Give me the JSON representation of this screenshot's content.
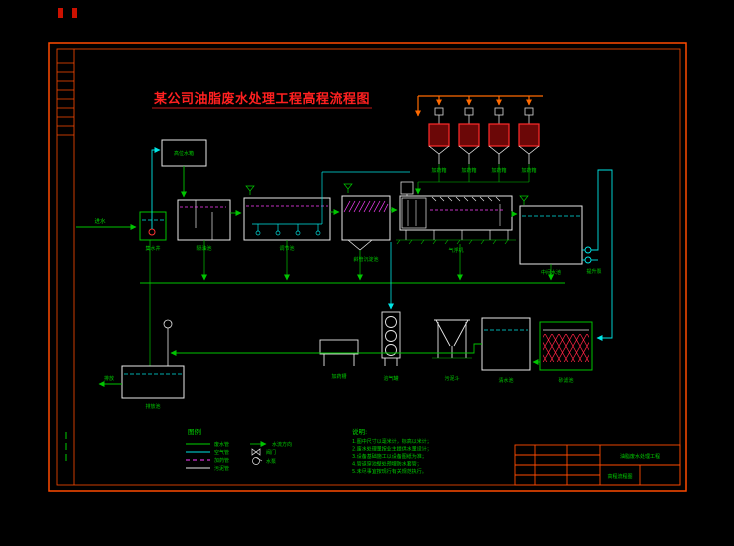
{
  "drawing": {
    "title": "某公司油脂废水处理工程高程流程图"
  },
  "influent_label": "进水",
  "outfall_label": "排放",
  "dosing_tanks": [
    {
      "label": "加药箱"
    },
    {
      "label": "加药箱"
    },
    {
      "label": "加药箱"
    },
    {
      "label": "加药箱"
    }
  ],
  "equipment": {
    "head_tank": "高位水箱",
    "sump": "集水井",
    "oil_separator": "隔油池",
    "equalization": "调节池",
    "tube_settler": "斜管沉淀池",
    "daf": "气浮机",
    "intermediate": "中间水池",
    "lift_pumps": "提升泵",
    "dissolving_tank": "溶气罐",
    "dosing_trough": "加药槽",
    "sludge_hopper": "污泥斗",
    "clear_well": "清水池",
    "sand_filter": "砂滤池",
    "outfall_tank": "排放池"
  },
  "legend": {
    "title": "图例",
    "lines": [
      {
        "label": "废水管",
        "color": "#00d400"
      },
      {
        "label": "空气管",
        "color": "#00e5e5"
      },
      {
        "label": "加药管",
        "color": "#ff40ff"
      },
      {
        "label": "污泥管",
        "color": "#e8e8e8"
      }
    ],
    "symbols": [
      {
        "label": "水流方向"
      },
      {
        "label": "阀门"
      },
      {
        "label": "水泵"
      }
    ]
  },
  "notes": {
    "title": "说明:",
    "items": [
      "1.图中尺寸以毫米计，标高以米计；",
      "2.废水处理量按业主提供水量设计；",
      "3.设备基础施工以设备图纸为准；",
      "4.管道穿池壁处预埋防水套管；",
      "5.未尽事宜按现行有关规范执行。"
    ]
  },
  "title_block": {
    "project": "油脂废水处理工程",
    "drawing_name": "高程流程图"
  },
  "colors": {
    "frame": "#ff4a00",
    "pipe_green": "#00c400",
    "pipe_cyan": "#00e5e5",
    "pipe_orange": "#ff6a00",
    "hatch_magenta": "#ff40ff",
    "hatch_red": "#ff2545",
    "equipment_white": "#e8e8e8",
    "title_red": "#ff2020"
  }
}
